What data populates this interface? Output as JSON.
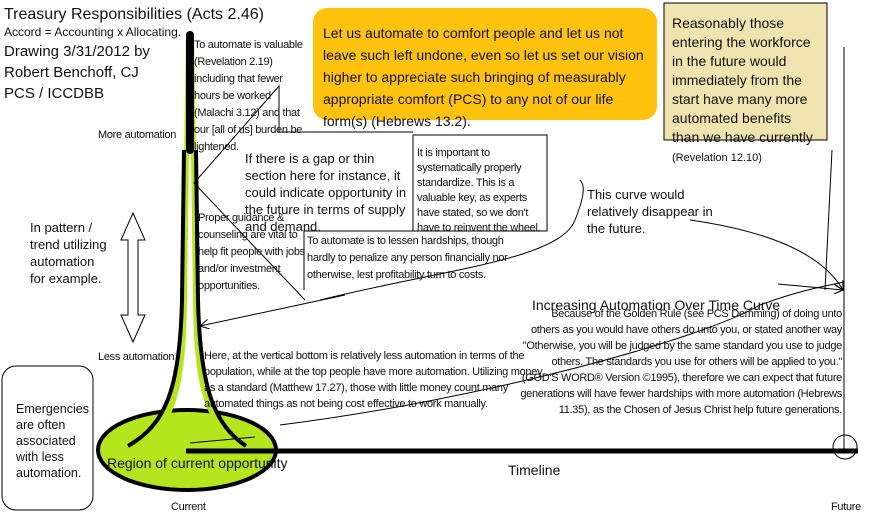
{
  "header": {
    "title": "Treasury Responsibilities (Acts 2.46)",
    "subtitle": "Accord = Accounting x Allocating.",
    "drawing_line": "Drawing 3/31/2012 by",
    "author": "Robert Benchoff, CJ",
    "org": "PCS / ICCDBB"
  },
  "labels": {
    "more_automation": "More automation",
    "less_automation": "Less automation",
    "pattern": "In pattern / trend utilizing automation for example.",
    "region": "Region of current opportunity",
    "timeline": "Timeline",
    "current": "Current",
    "future": "Future",
    "curve_title": "Increasing Automation Over Time Curve",
    "curve_disappear": "This curve would relatively disappear in the future."
  },
  "notes": {
    "valuable": "To automate is valuable (Revelation 2.19) including that fewer hours be worked (Malachi 3.12) and that our [all of us] burden be lightened.",
    "gap": "If there is a gap or thin section here for instance, it could indicate opportunity in the future in terms of supply and demand.",
    "standardize": "It is important to systematically properly standardize. This is a valuable key, as experts have stated, so we don't have to reinvent the wheel.",
    "guidance": "Proper guidance & counseling are vital to help fit people with jobs and/or investment opportunities.",
    "lessen": "To automate is to lessen hardships, though hardly to penalize any person financially nor otherwise, lest profitability turn to costs.",
    "bottom": "Here, at the vertical bottom is relatively less automation in terms of the population, while at the top people have more automation. Utilizing money as a standard (Matthew 17.27), those with little money count many automated things as not being cost effective to work manually.",
    "emergencies": "Emergencies are often associated with less automation.",
    "golden_rule": "Because of the Golden Rule (see PCS Demming) of doing unto others as you would have others do unto you, or stated another way \"Otherwise, you will be judged by the same standard you use to judge others. The standards you use for others will be applied to you.\" (GOD'S WORD® Version ©1995), therefore we can expect that future generations will have fewer hardships with more automation (Hebrews 11.35), as the Chosen of Jesus Christ help future generations."
  },
  "callouts": {
    "orange": "Let us automate to comfort people and let us not leave such left undone, even so let us set our vision higher to appreciate such bringing of measurably appropriate comfort (PCS) to any not of our life form(s) (Hebrews 13.2).",
    "tan_main": "Reasonably those entering the workforce in the future would immediately from the start have many more automated benefits than we have currently",
    "tan_ref": "(Revelation 12.10)"
  },
  "colors": {
    "green": "#b5e61d",
    "orange": "#ffc20e",
    "tan": "#efe4b0"
  }
}
